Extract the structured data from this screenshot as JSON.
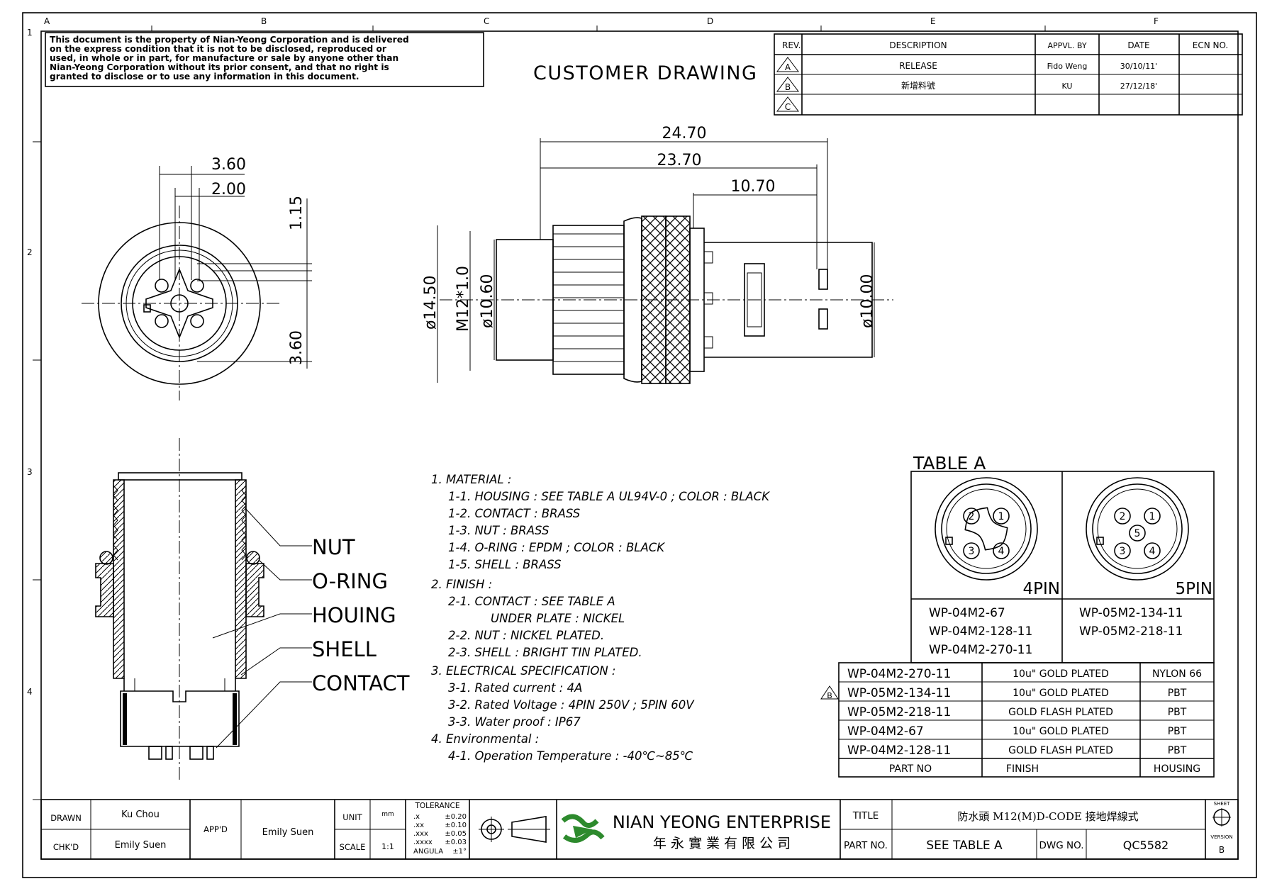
{
  "border": {
    "col_letters": [
      "A",
      "B",
      "C",
      "D",
      "E",
      "F"
    ],
    "row_numbers": [
      "1",
      "2",
      "3",
      "4"
    ]
  },
  "notice": [
    "This document is the property of Nian-Yeong Corporation and is delivered",
    "on  the  express condition that it is not to be disclosed, reproduced or",
    "used, in whole or in part, for manufacture or sale by anyone other than",
    "Nian-Yeong Corporation without  its prior consent, and that  no right  is",
    "granted to disclose or to use any information in this  document."
  ],
  "heading": "CUSTOMER  DRAWING",
  "revision_table": {
    "headers": [
      "REV.",
      "DESCRIPTION",
      "APPVL. BY",
      "DATE",
      "ECN NO."
    ],
    "rows": [
      {
        "rev": "A",
        "description": "RELEASE",
        "by": "Fido Weng",
        "date": "30/10/11'",
        "ecn": ""
      },
      {
        "rev": "B",
        "description": "新增料號",
        "by": "KU",
        "date": "27/12/18'",
        "ecn": ""
      },
      {
        "rev": "C",
        "description": "",
        "by": "",
        "date": "",
        "ecn": ""
      }
    ]
  },
  "dimensions": {
    "front": [
      "3.60",
      "2.00",
      "1.15",
      "3.60"
    ],
    "side_horizontal": [
      "24.70",
      "23.70",
      "10.70"
    ],
    "side_vertical": [
      "ø14.50",
      "M12*1.0",
      "ø10.60",
      "ø10.00"
    ]
  },
  "callouts": [
    "NUT",
    "O-RING",
    "HOUING",
    "SHELL",
    "CONTACT"
  ],
  "notes": [
    {
      "text": "1.  MATERIAL  :",
      "indent": 0
    },
    {
      "text": "1-1.  HOUSING  :  SEE  TABLE  A  UL94V-0  ;  COLOR  :  BLACK",
      "indent": 1
    },
    {
      "text": "1-2.  CONTACT  :  BRASS",
      "indent": 1
    },
    {
      "text": "1-3.  NUT  :  BRASS",
      "indent": 1
    },
    {
      "text": "1-4.  O-RING  :  EPDM  ;  COLOR  :  BLACK",
      "indent": 1
    },
    {
      "text": "1-5.  SHELL  :  BRASS",
      "indent": 1
    },
    {
      "text": "2.  FINISH  :",
      "indent": 0
    },
    {
      "text": "2-1.  CONTACT  :  SEE  TABLE  A",
      "indent": 1
    },
    {
      "text": "UNDER  PLATE  :  NICKEL",
      "indent": 2
    },
    {
      "text": "2-2.  NUT  :  NICKEL  PLATED.",
      "indent": 1
    },
    {
      "text": "2-3.  SHELL  :  BRIGHT  TIN  PLATED.",
      "indent": 1
    },
    {
      "text": "3.  ELECTRICAL  SPECIFICATION  :",
      "indent": 0
    },
    {
      "text": "3-1.  Rated  current  :  4A",
      "indent": 1
    },
    {
      "text": "3-2.  Rated  Voltage  :  4PIN  250V  ;  5PIN  60V",
      "indent": 1
    },
    {
      "text": "3-3.  Water  proof  :  IP67",
      "indent": 1
    },
    {
      "text": "4.  Environmental  :",
      "indent": 0
    },
    {
      "text": "4-1.  Operation  Temperature  :  -40℃~85℃",
      "indent": 1
    }
  ],
  "table_a": {
    "title": "TABLE  A",
    "pin4_label": "4PIN",
    "pin5_label": "5PIN",
    "pin4_parts": [
      "WP-04M2-67",
      "WP-04M2-128-11",
      "WP-04M2-270-11"
    ],
    "pin5_parts": [
      "WP-05M2-134-11",
      "WP-05M2-218-11"
    ],
    "pin4_numbers": [
      "1",
      "2",
      "3",
      "4"
    ],
    "pin5_numbers": [
      "1",
      "2",
      "3",
      "4",
      "5"
    ],
    "rows": [
      {
        "part": "WP-04M2-270-11",
        "finish": "10u\" GOLD PLATED",
        "housing": "NYLON 66"
      },
      {
        "part": "WP-05M2-134-11",
        "finish": "10u\" GOLD PLATED",
        "housing": "PBT"
      },
      {
        "part": "WP-05M2-218-11",
        "finish": "GOLD FLASH PLATED",
        "housing": "PBT"
      },
      {
        "part": "WP-04M2-67",
        "finish": "10u\" GOLD PLATED",
        "housing": "PBT"
      },
      {
        "part": "WP-04M2-128-11",
        "finish": "GOLD FLASH PLATED",
        "housing": "PBT"
      }
    ],
    "footer": [
      "PART NO",
      "FINISH",
      "HOUSING"
    ],
    "rev_mark": "B"
  },
  "title_block": {
    "drawn_label": "DRAWN",
    "drawn": "Ku Chou",
    "chkd_label": "CHK'D",
    "chkd": "Emily Suen",
    "appd_label": "APP'D",
    "appd": "Emily Suen",
    "unit_label": "UNIT",
    "unit": "mm",
    "scale_label": "SCALE",
    "scale": "1:1",
    "tolerance_title": "TOLERANCE",
    "tolerances": [
      {
        "k": ".x",
        "v": "±0.20"
      },
      {
        "k": ".xx",
        "v": "±0.10"
      },
      {
        "k": ".xxx",
        "v": "±0.05"
      },
      {
        "k": ".xxxx",
        "v": "±0.03"
      },
      {
        "k": "ANGULA",
        "v": "±1°"
      }
    ],
    "company_en": "NIAN YEONG ENTERPRISE",
    "company_zh": "年 永 實 業 有 限 公 司",
    "title_label": "TITLE",
    "title_value": "防水頭  M12(M)D-CODE  接地焊線式",
    "part_label": "PART NO.",
    "part_value": "SEE  TABLE  A",
    "dwg_label": "DWG NO.",
    "dwg_value": "QC5582",
    "sheet_label": "SHEET",
    "version_label": "VERSION",
    "version_value": "B"
  }
}
